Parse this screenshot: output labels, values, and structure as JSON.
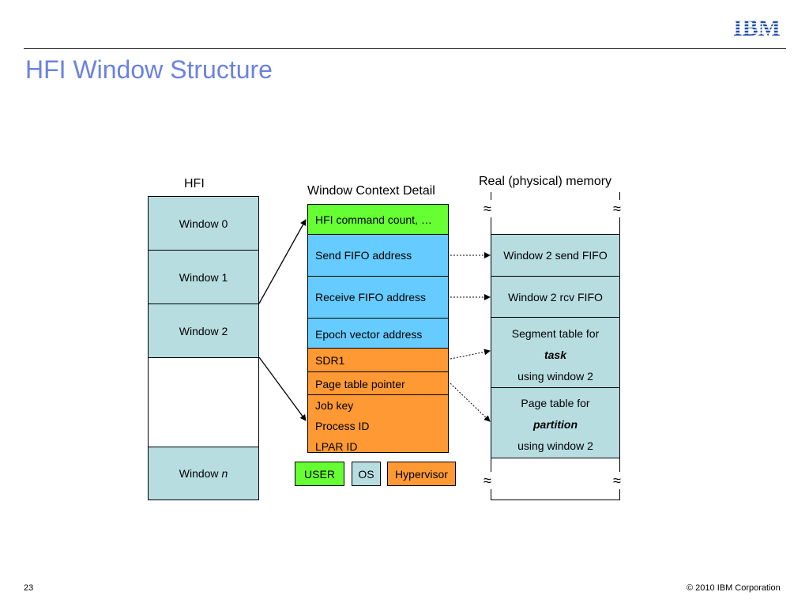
{
  "header": {
    "title": "HFI Window Structure",
    "logo_text": "IBM"
  },
  "diagram": {
    "hfi_label": "HFI",
    "hfi_windows": [
      {
        "label": "Window 0"
      },
      {
        "label": "Window 1"
      },
      {
        "label": "Window 2"
      },
      {
        "label": ""
      },
      {
        "label": "Window ",
        "italic_suffix": "n"
      }
    ],
    "context_label": "Window Context Detail",
    "context_fields": [
      {
        "label": "HFI command count, …",
        "owner": "USER"
      },
      {
        "label": "Send FIFO address",
        "owner": "OS"
      },
      {
        "label": "Receive FIFO address",
        "owner": "OS"
      },
      {
        "label": "Epoch vector address",
        "owner": "OS"
      },
      {
        "label": "SDR1",
        "owner": "Hypervisor"
      },
      {
        "label": "Page table pointer",
        "owner": "Hypervisor"
      },
      {
        "lines": [
          "Job key",
          "Process ID",
          "LPAR ID"
        ],
        "owner": "Hypervisor"
      }
    ],
    "memory_label": "Real (physical) memory",
    "memory_regions": [
      {
        "lines": [
          "Window 2 send FIFO"
        ]
      },
      {
        "lines": [
          "Window 2 rcv FIFO"
        ]
      },
      {
        "lines": [
          "Segment table for",
          "task",
          "using window 2"
        ],
        "italic_bold_line": 1
      },
      {
        "lines": [
          "Page table for",
          "partition",
          "using window 2"
        ],
        "italic_bold_line": 1
      }
    ],
    "break_symbol": "≈",
    "legend": [
      {
        "label": "USER",
        "color": "#66ff33"
      },
      {
        "label": "OS",
        "color": "#b7dde1"
      },
      {
        "label": "Hypervisor",
        "color": "#ff9933"
      }
    ]
  },
  "footer": {
    "page_number": "23",
    "copyright": "© 2010 IBM Corporation"
  },
  "colors": {
    "title": "#6b82e0",
    "hfi_window": "#b7dde1",
    "user": "#66ff33",
    "os": "#66ccff",
    "hypervisor": "#ff9933",
    "ibm_logo": "#1f4fa8"
  }
}
